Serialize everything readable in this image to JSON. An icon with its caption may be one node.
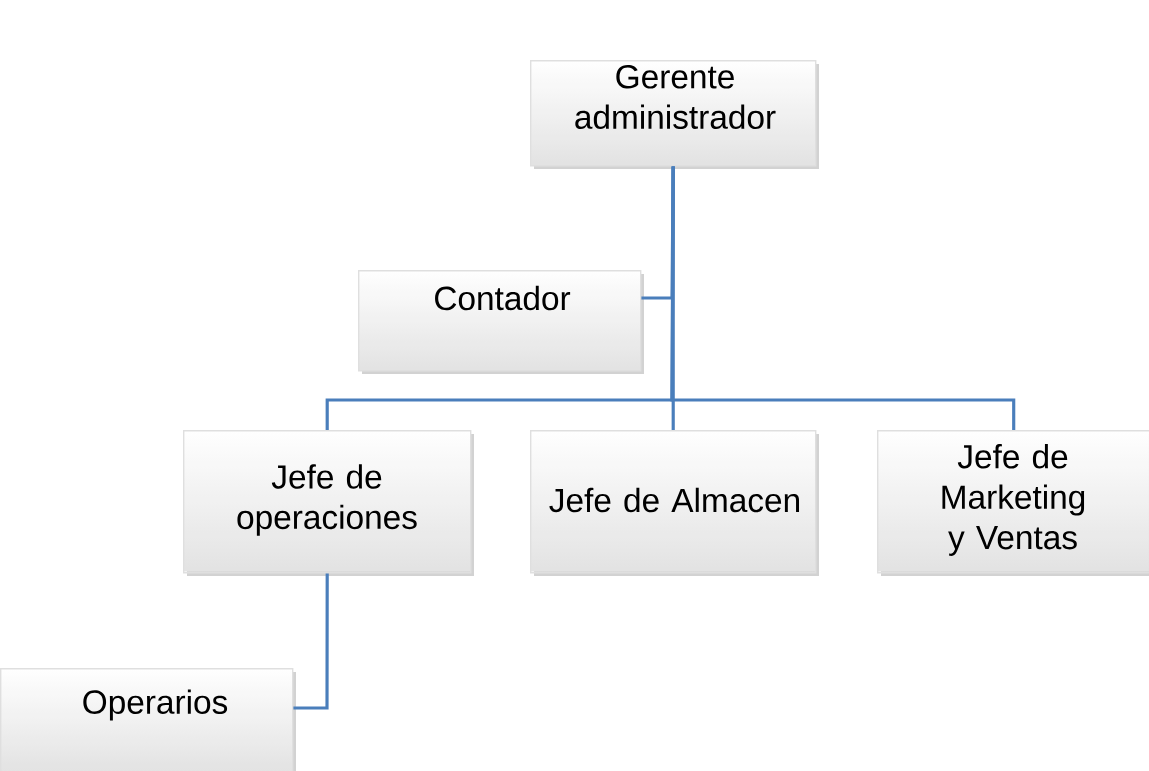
{
  "diagram": {
    "nodes": [
      {
        "text": [
          "Gerente administrador"
        ]
      },
      {
        "text": [
          "Contador"
        ]
      },
      {
        "text": [
          "Jefe de operaciones"
        ]
      },
      {
        "text": [
          "Jefe de Almacen"
        ]
      },
      {
        "text": [
          "Jefe de Marketing y Ventas"
        ]
      },
      {
        "text": [
          "Operarios"
        ]
      }
    ],
    "edges": [
      {
        "from": 0,
        "to": 1,
        "arrow": "none"
      },
      {
        "from": 0,
        "to": 2,
        "arrow": "none"
      },
      {
        "from": 0,
        "to": 3,
        "arrow": "none"
      },
      {
        "from": 0,
        "to": 4,
        "arrow": "none"
      },
      {
        "from": 2,
        "to": 5,
        "arrow": "none"
      }
    ]
  }
}
